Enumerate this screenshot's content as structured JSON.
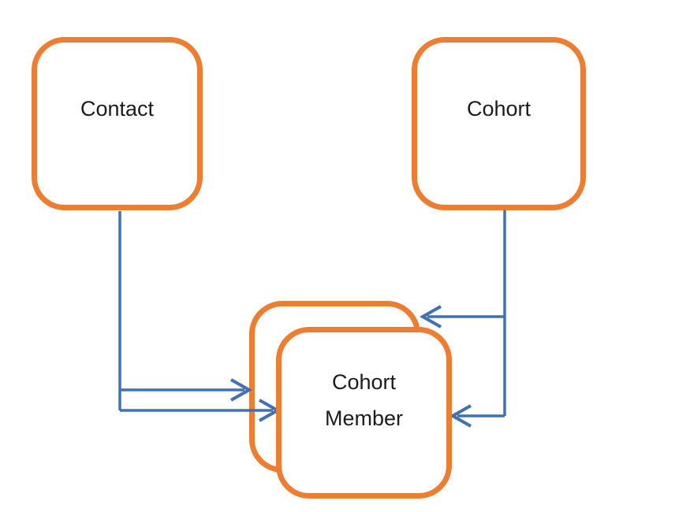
{
  "nodes": {
    "contact": {
      "label": "Contact"
    },
    "cohort": {
      "label": "Cohort"
    },
    "cohort_member": {
      "label": "Cohort Member",
      "appearance": "stacked (two overlapping boxes)"
    }
  },
  "edges": [
    {
      "id": "contact-to-cohort-member-back",
      "from": "Contact",
      "to": "Cohort Member",
      "arrowhead": "open-chevron"
    },
    {
      "id": "contact-to-cohort-member-front",
      "from": "Contact",
      "to": "Cohort Member",
      "arrowhead": "open-chevron"
    },
    {
      "id": "cohort-to-cohort-member-back",
      "from": "Cohort",
      "to": "Cohort Member",
      "arrowhead": "open-chevron"
    },
    {
      "id": "cohort-to-cohort-member-front",
      "from": "Cohort",
      "to": "Cohort Member",
      "arrowhead": "open-chevron"
    }
  ],
  "colors": {
    "node_border": "#ED7D31",
    "connector": "#4170B4",
    "label_text": "#1C1C1C",
    "background": "#FFFFFF"
  }
}
